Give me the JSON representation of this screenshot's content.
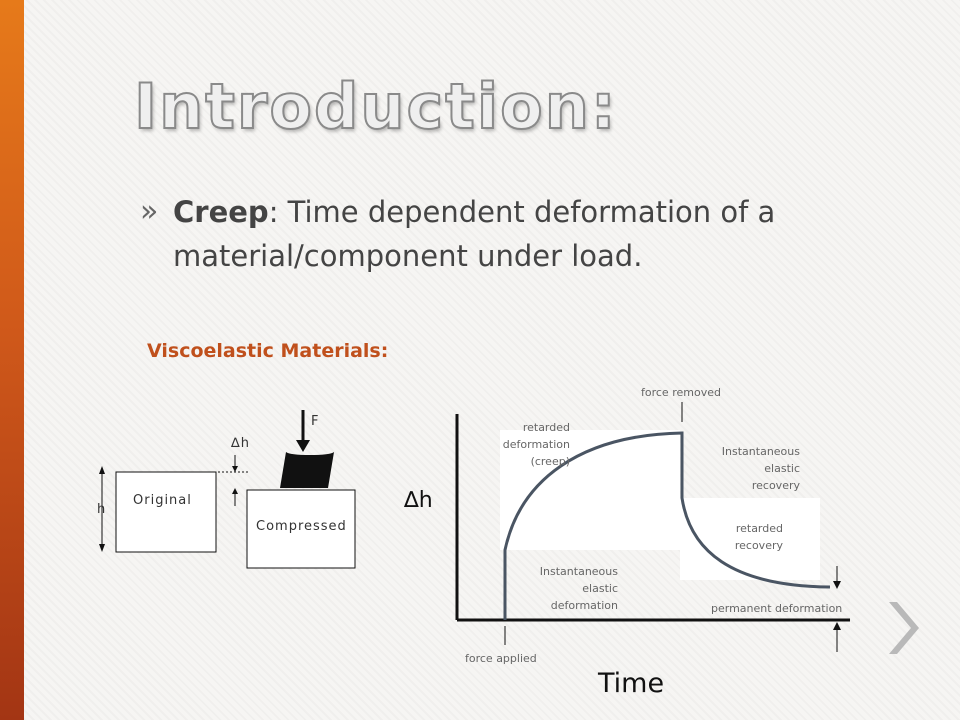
{
  "slide": {
    "title": "Introduction:",
    "bullet_marker": "»",
    "bullet_term": "Creep",
    "bullet_rest": ": Time dependent deformation of a material/component under load.",
    "subheading": "Viscoelastic Materials:"
  },
  "left_diagram": {
    "force_label": "F",
    "dh_label": "∆h",
    "h_label": "h",
    "original_label": "Original",
    "compressed_label": "Compressed"
  },
  "graph": {
    "y_label": "∆h",
    "x_label": "Time",
    "force_removed": "force removed",
    "force_applied": "force applied",
    "retarded_deformation": [
      "retarded",
      "deformation",
      "(creep)"
    ],
    "inst_elastic_deformation": [
      "Instantaneous",
      "elastic",
      "deformation"
    ],
    "inst_elastic_recovery": [
      "Instantaneous",
      "elastic",
      "recovery"
    ],
    "retarded_recovery": [
      "retarded",
      "recovery"
    ],
    "permanent_deformation": "permanent deformation"
  },
  "colors": {
    "accent": "#c0501c",
    "side_bar": "#d0591a",
    "curve": "#4a5563"
  },
  "icons": {
    "next": "chevron-right-icon",
    "weight": "weight-icon"
  }
}
